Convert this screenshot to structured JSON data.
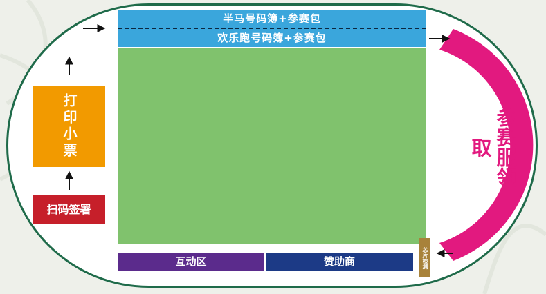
{
  "colors": {
    "track_border": "#1f6b4a",
    "blue_band": "#3aa6dc",
    "field": "#80c26d",
    "interactive": "#5b2b8c",
    "sponsor": "#1c3a86",
    "chip": "#a8823a",
    "ticket": "#f29a00",
    "scan": "#c61f2a",
    "jersey": "#e2197f"
  },
  "bands": {
    "half_marathon": "半马号码簿+参赛包",
    "fun_run": "欢乐跑号码簿+参赛包"
  },
  "zones": {
    "interactive": "互动区",
    "sponsor": "赞助商",
    "chip_check": "芯片检测",
    "print_ticket": "打印小票",
    "scan_sign": "扫码签署",
    "jersey_pickup": "参赛服领取"
  },
  "icons": {
    "arrow_up": "arrow-up-icon",
    "arrow_right": "arrow-right-icon",
    "arrow_left": "arrow-left-icon"
  }
}
